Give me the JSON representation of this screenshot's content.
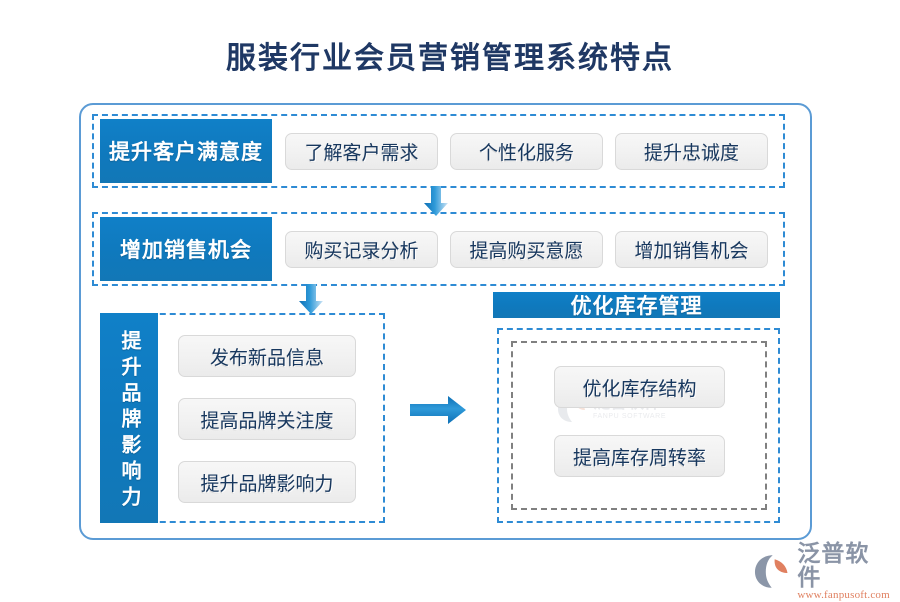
{
  "page": {
    "title": "服装行业会员营销管理系统特点",
    "title_color": "#1f3864",
    "accent_blue": "#0f79bd",
    "dashed_blue": "#2e8bd4",
    "frame_blue": "#5b9bd5"
  },
  "sections": [
    {
      "header": "提升客户满意度",
      "items": [
        "了解客户需求",
        "个性化服务",
        "提升忠诚度"
      ]
    },
    {
      "header": "增加销售机会",
      "items": [
        "购买记录分析",
        "提高购买意愿",
        "增加销售机会"
      ]
    },
    {
      "header": "提升品牌影响力",
      "items": [
        "发布新品信息",
        "提高品牌关注度",
        "提升品牌影响力"
      ]
    }
  ],
  "right_panel": {
    "header": "优化库存管理",
    "items": [
      "优化库存结构",
      "提高库存周转率"
    ]
  },
  "watermark": {
    "cn": "泛普软件",
    "en": "FANPU SOFTWARE"
  },
  "brand": {
    "name": "泛普软件",
    "url": "www.fanpusoft.com"
  }
}
